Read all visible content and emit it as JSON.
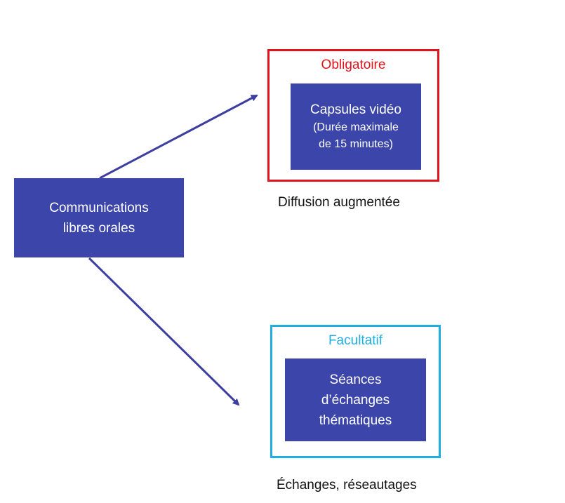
{
  "colors": {
    "box_fill": "#3c46aa",
    "arrow": "#3c3fa0",
    "mandatory_border": "#e0151c",
    "optional_border": "#20aee0",
    "mandatory_text": "#e0151c",
    "optional_text": "#20aee0"
  },
  "source": {
    "line1": "Communications",
    "line2": "libres orales"
  },
  "mandatory": {
    "label": "Obligatoire",
    "title": "Capsules vidéo",
    "detail_line1": "(Durée maximale",
    "detail_line2": "de 15 minutes)",
    "caption": "Diffusion augmentée"
  },
  "optional": {
    "label": "Facultatif",
    "line1": "Séances",
    "line2": "d’échanges",
    "line3": "thématiques",
    "caption": "Échanges, réseautages"
  },
  "icons": {
    "arrow_up": "arrow-right-up-icon",
    "arrow_down": "arrow-right-down-icon"
  }
}
